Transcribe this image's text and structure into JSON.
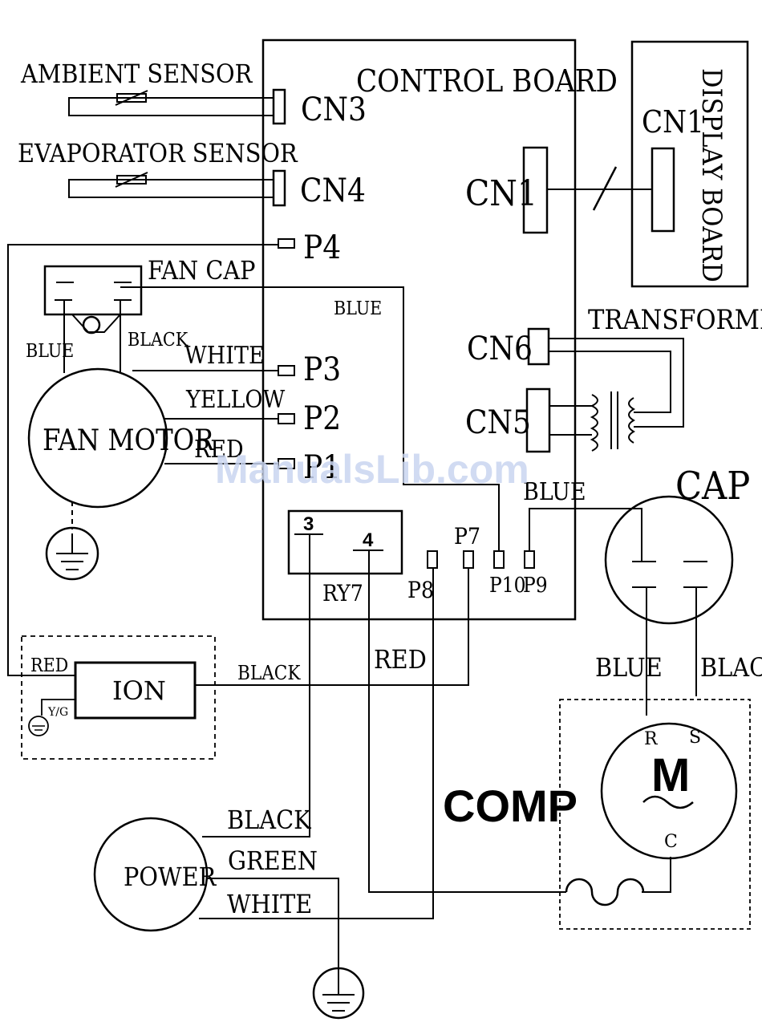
{
  "labels": {
    "ambient_sensor": "AMBIENT SENSOR",
    "evaporator_sensor": "EVAPORATOR SENSOR",
    "control_board": "CONTROL BOARD",
    "display_board": "DISPLAY BOARD",
    "cn1_display": "CN1",
    "cn1_control": "CN1",
    "cn3": "CN3",
    "cn4": "CN4",
    "cn5": "CN5",
    "cn6": "CN6",
    "p1": "P1",
    "p2": "P2",
    "p3": "P3",
    "p4": "P4",
    "p7": "P7",
    "p8": "P8",
    "p9": "P9",
    "p10": "P10",
    "fan_cap": "FAN CAP",
    "fan_motor": "FAN MOTOR",
    "transformer": "TRANSFORMER",
    "cap": "CAP",
    "ion": "ION",
    "power": "POWER",
    "comp": "COMP",
    "ry7": "RY7",
    "ry_pin3": "3",
    "ry_pin4": "4",
    "motor_m": "M",
    "motor_r": "R",
    "motor_s": "S",
    "motor_c": "C",
    "yg": "Y/G",
    "watermark": "ManualsLib.com"
  },
  "wires": {
    "blue_fancap": "BLUE",
    "blue_left": "BLUE",
    "black_left": "BLACK",
    "white_p3": "WHITE",
    "yellow_p2": "YELLOW",
    "red_p1": "RED",
    "blue_p9": "BLUE",
    "red_ion": "RED",
    "black_ion": "BLACK",
    "red_comp": "RED",
    "blue_cap": "BLUE",
    "black_cap": "BLACK",
    "black_power": "BLACK",
    "green_power": "GREEN",
    "white_power": "WHITE"
  }
}
